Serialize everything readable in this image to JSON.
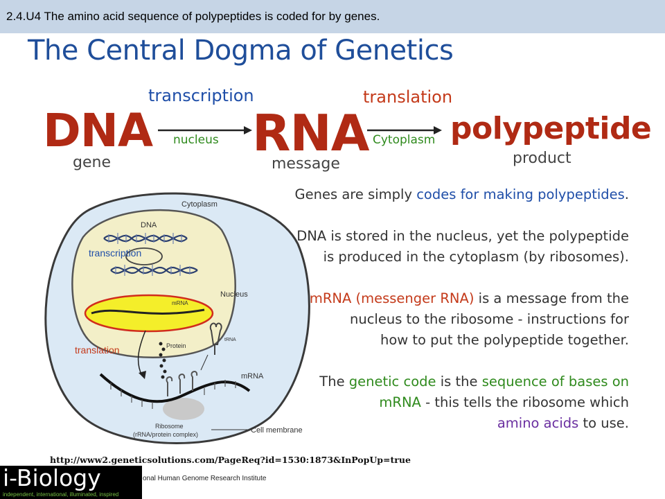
{
  "header": {
    "text": "2.4.U4 The amino acid sequence of polypeptides is coded for by genes."
  },
  "title": "The Central Dogma of Genetics",
  "flow": {
    "dna": "DNA",
    "rna": "RNA",
    "polypeptide": "polypeptide",
    "transcription": "transcription",
    "translation": "translation",
    "nucleus": "nucleus",
    "cytoplasm": "Cytoplasm",
    "gene": "gene",
    "message": "message",
    "product": "product"
  },
  "paragraphs": {
    "p1": {
      "a": "Genes are simply ",
      "b": "codes for making polypeptides",
      "c": "."
    },
    "p2": {
      "line1": "DNA is stored in the nucleus, yet the polypeptide",
      "line2": "is produced in the cytoplasm (by ribosomes)."
    },
    "p3": {
      "a": "mRNA (messenger RNA)",
      "b": " is a message from the",
      "line2": "nucleus to the ribosome - instructions for",
      "line3": "how to put the polypeptide together."
    },
    "p4": {
      "a": "The ",
      "b": "genetic code",
      "c": " is the ",
      "d": "sequence of bases on",
      "e": "mRNA",
      "f": " - this tells the ribosome which",
      "g": "amino acids",
      "h": " to use."
    }
  },
  "diagram": {
    "cytoplasm": "Cytoplasm",
    "dna": "DNA",
    "transcription": "transcription",
    "mrna_nucleus": "mRNA",
    "nucleus": "Nucleus",
    "translation": "translation",
    "protein": "Protein",
    "trna": "tRNA",
    "mrna": "mRNA",
    "ribosome": "Ribosome",
    "ribosome_detail": "(rRNA/protein complex)",
    "cell_membrane": "Cell membrane"
  },
  "url": "http://www2.geneticsolutions.com/PageReq?id=1530:1873&InPopUp=true",
  "credit": "onal Human Genome Research Institute",
  "logo": {
    "main": "i-Biology",
    "sub": "independent, international, illuminated, inspired"
  },
  "colors": {
    "header_bg": "#c6d5e6",
    "title": "#1f4e9a",
    "big_word": "#b02a14",
    "accent_blue": "#1f4ea8",
    "accent_red": "#c43a1a",
    "accent_green": "#2f8a1d",
    "accent_purple": "#6a2fa0"
  }
}
